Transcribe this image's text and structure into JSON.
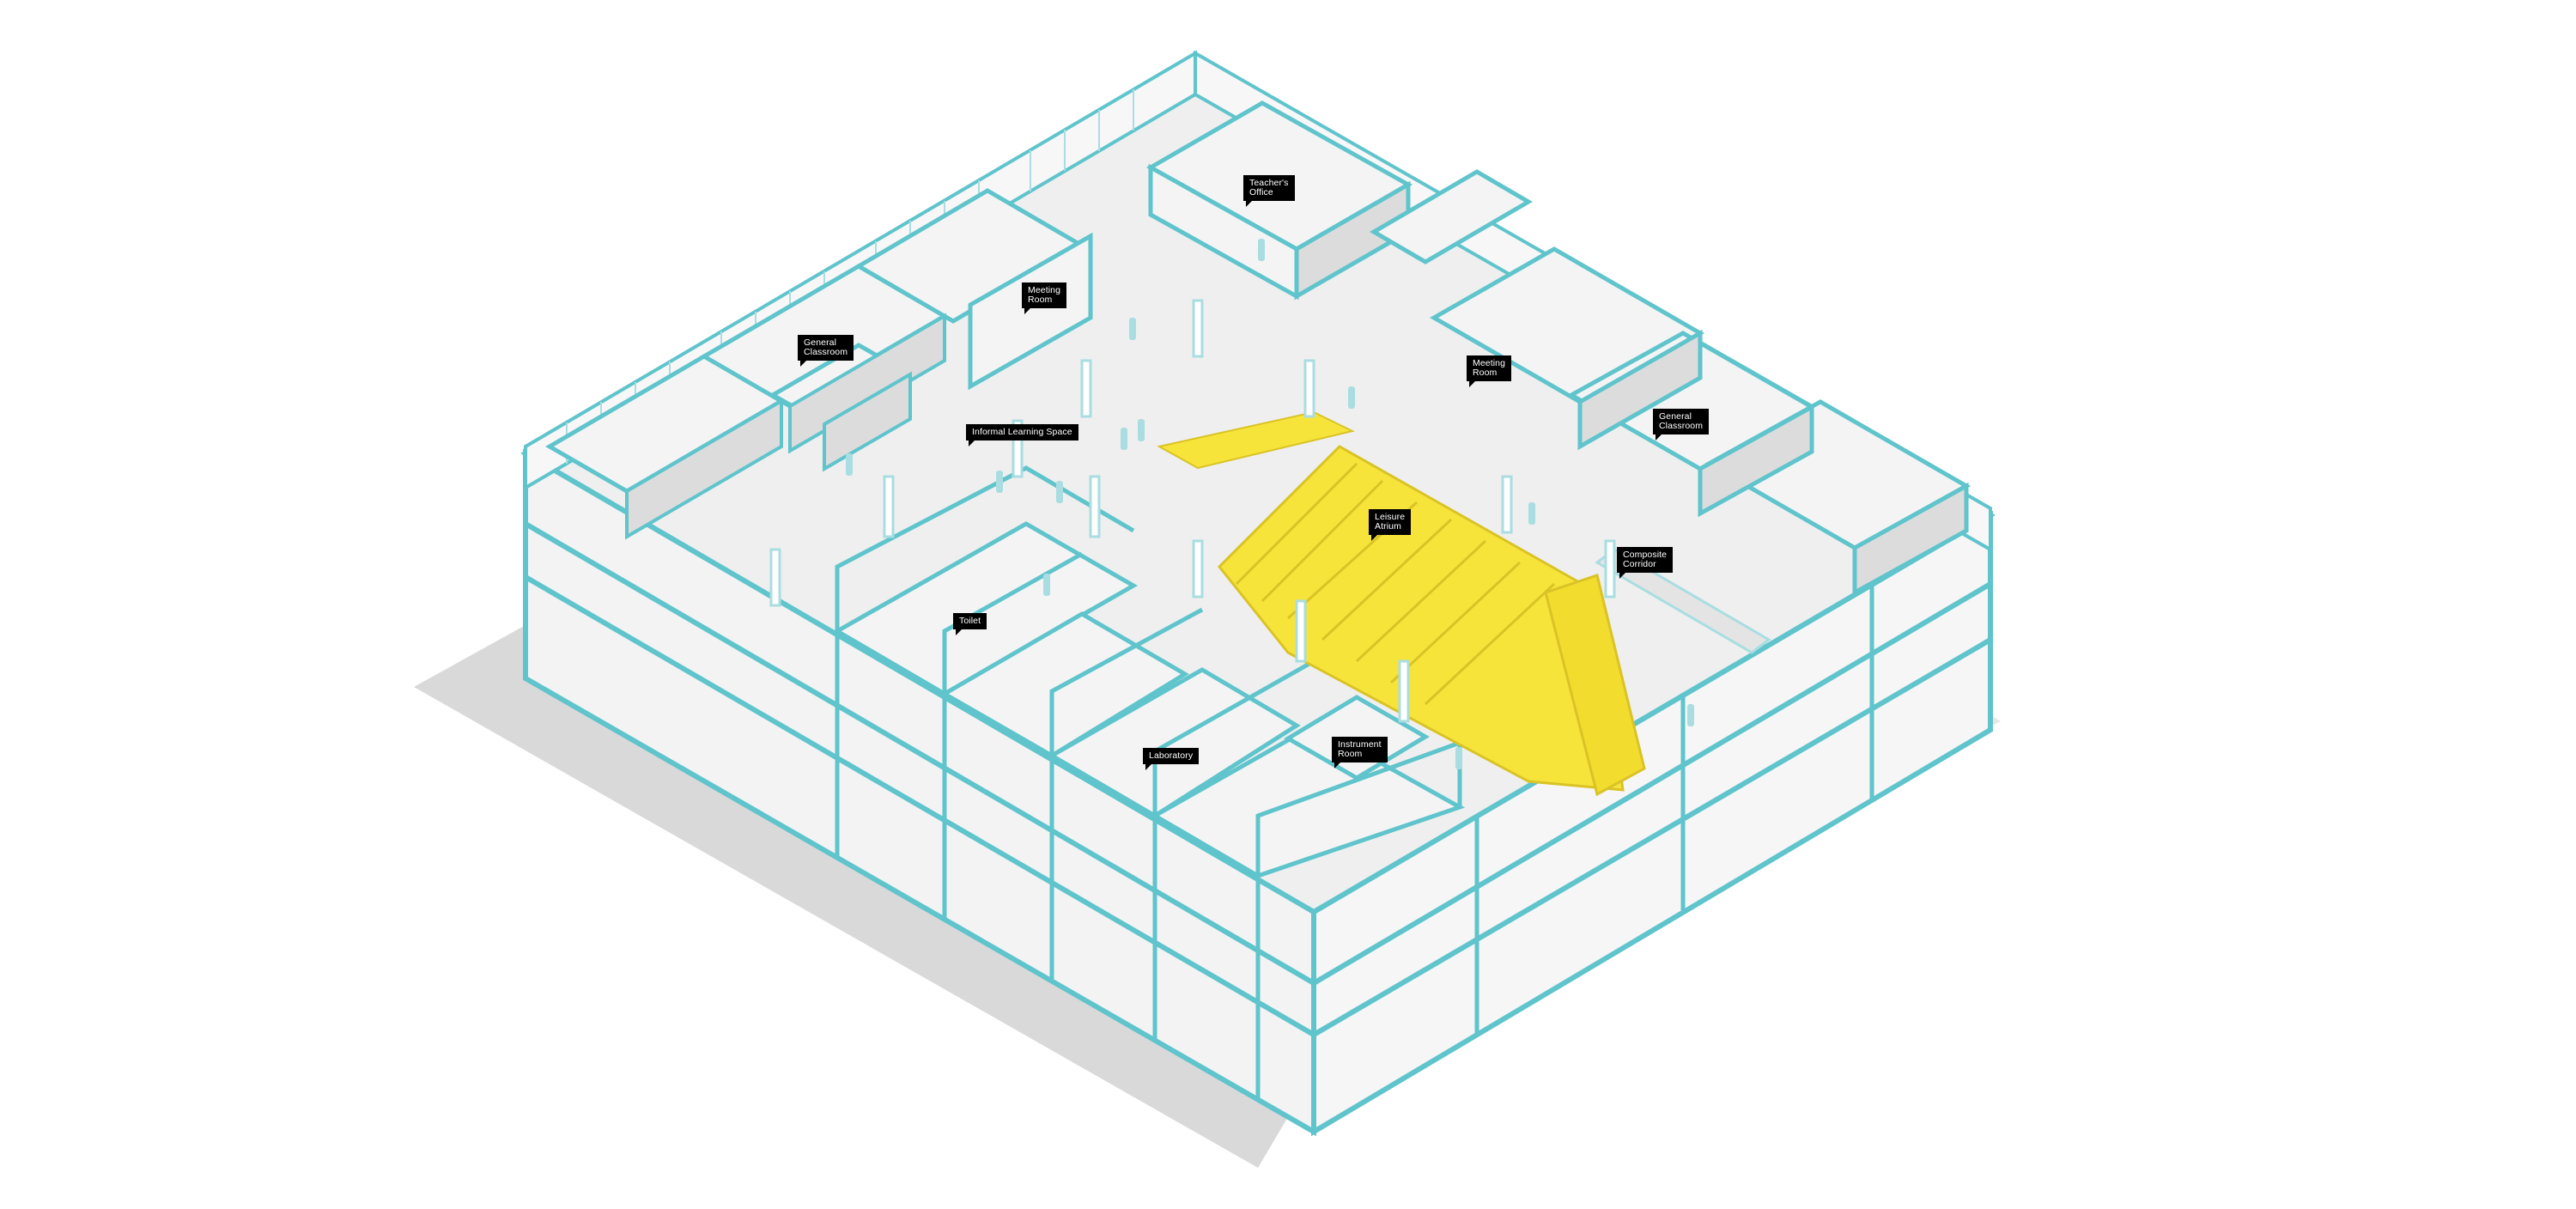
{
  "colors": {
    "structure": "#5fc4cc",
    "structure_light": "#a9dde1",
    "floor": "#efefef",
    "wall_shade": "#dcdcdc",
    "shadow": "#d9d9d9",
    "atrium": "#f7e43a",
    "atrium_dark": "#d9c326",
    "label_bg": "#000000",
    "label_text": "#ffffff"
  },
  "labels": [
    {
      "id": "teachers-office",
      "text": "Teacher's\nOffice"
    },
    {
      "id": "meeting-room-left",
      "text": "Meeting\nRoom"
    },
    {
      "id": "general-classroom-left",
      "text": "General\nClassroom"
    },
    {
      "id": "informal-learning-space",
      "text": "Informal Learning Space"
    },
    {
      "id": "meeting-room-right",
      "text": "Meeting\nRoom"
    },
    {
      "id": "general-classroom-right",
      "text": "General\nClassroom"
    },
    {
      "id": "leisure-atrium",
      "text": "Leisure\nAtrium"
    },
    {
      "id": "composite-corridor",
      "text": "Composite\nCorridor"
    },
    {
      "id": "toilet",
      "text": "Toilet"
    },
    {
      "id": "laboratory",
      "text": "Laboratory"
    },
    {
      "id": "instrument-room",
      "text": "Instrument\nRoom"
    }
  ]
}
